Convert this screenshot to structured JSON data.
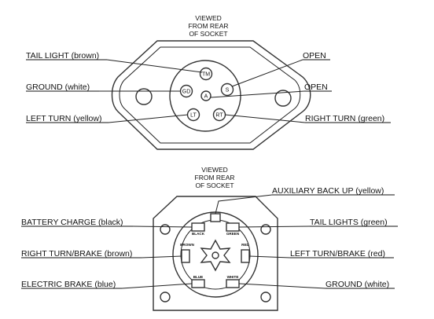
{
  "top": {
    "header": [
      "VIEWED",
      "FROM REAR",
      "OF SOCKET"
    ],
    "labels": {
      "tail_light": "TAIL LIGHT (brown)",
      "ground": "GROUND (white)",
      "left_turn": "LEFT TURN (yellow)",
      "open_1": "OPEN",
      "open_2": "OPEN",
      "right_turn": "RIGHT TURN (green)"
    },
    "pins": {
      "tm": "TM",
      "gd": "GD",
      "s": "S",
      "a": "A",
      "lt": "LT",
      "rt": "RT"
    }
  },
  "bottom": {
    "header": [
      "VIEWED",
      "FROM REAR",
      "OF SOCKET"
    ],
    "labels": {
      "aux_back_up": "AUXILIARY BACK UP (yellow)",
      "battery_charge": "BATTERY CHARGE (black)",
      "tail_lights": "TAIL LIGHTS (green)",
      "right_turn_brake": "RIGHT TURN/BRAKE (brown)",
      "left_turn_brake": "LEFT TURN/BRAKE (red)",
      "electric_brake": "ELECTRIC BRAKE (blue)",
      "ground": "GROUND (white)"
    },
    "terminal_marks": {
      "black": "BLACK",
      "green": "GREEN",
      "brown": "BROWN",
      "red": "RED",
      "blue": "BLUE",
      "white": "WHITE"
    }
  }
}
